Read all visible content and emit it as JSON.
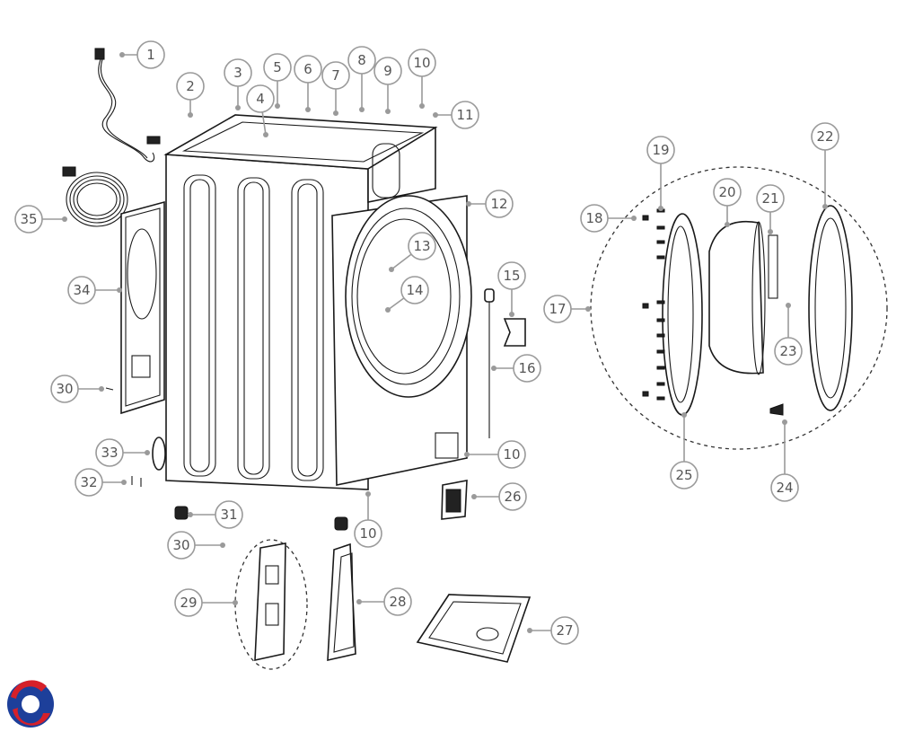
{
  "diagram": {
    "callouts": [
      "1",
      "2",
      "3",
      "4",
      "5",
      "6",
      "7",
      "8",
      "9",
      "10",
      "11",
      "12",
      "13",
      "14",
      "15",
      "16",
      "17",
      "18",
      "19",
      "20",
      "21",
      "22",
      "23",
      "24",
      "25",
      "26",
      "27",
      "28",
      "29",
      "30",
      "31",
      "32",
      "33",
      "34",
      "35"
    ],
    "logo_icon": "brand-logo-icon",
    "colors": {
      "callout_stroke": "#9a9a9a",
      "callout_text": "#555555",
      "part_stroke": "#1a1a1a",
      "logo_red": "#d6202a",
      "logo_blue": "#1d3f9a"
    }
  }
}
